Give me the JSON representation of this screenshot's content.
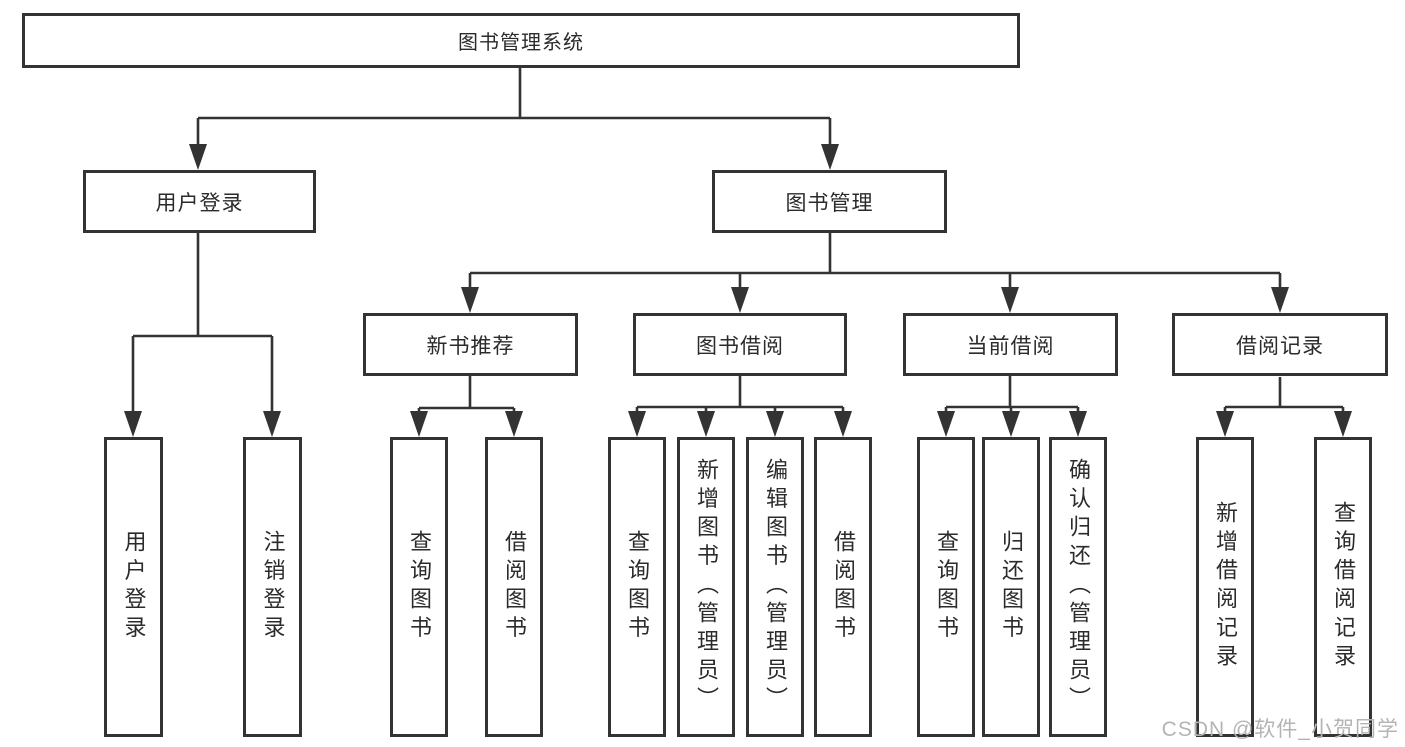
{
  "watermark": "CSDN @软件_小贺同学",
  "colors": {
    "line": "#333333",
    "text": "#2b2b2b",
    "background": "#ffffff",
    "watermark": "#b4b4b6"
  },
  "tree": {
    "label": "图书管理系统",
    "children": [
      {
        "label": "用户登录",
        "children": [
          {
            "label": "用户登录"
          },
          {
            "label": "注销登录"
          }
        ]
      },
      {
        "label": "图书管理",
        "children": [
          {
            "label": "新书推荐",
            "children": [
              {
                "label": "查询图书"
              },
              {
                "label": "借阅图书"
              }
            ]
          },
          {
            "label": "图书借阅",
            "children": [
              {
                "label": "查询图书"
              },
              {
                "label": "新增图书（管理员）"
              },
              {
                "label": "编辑图书（管理员）"
              },
              {
                "label": "借阅图书"
              }
            ]
          },
          {
            "label": "当前借阅",
            "children": [
              {
                "label": "查询图书"
              },
              {
                "label": "归还图书"
              },
              {
                "label": "确认归还（管理员）"
              }
            ]
          },
          {
            "label": "借阅记录",
            "children": [
              {
                "label": "新增借阅记录"
              },
              {
                "label": "查询借阅记录"
              }
            ]
          }
        ]
      }
    ]
  }
}
